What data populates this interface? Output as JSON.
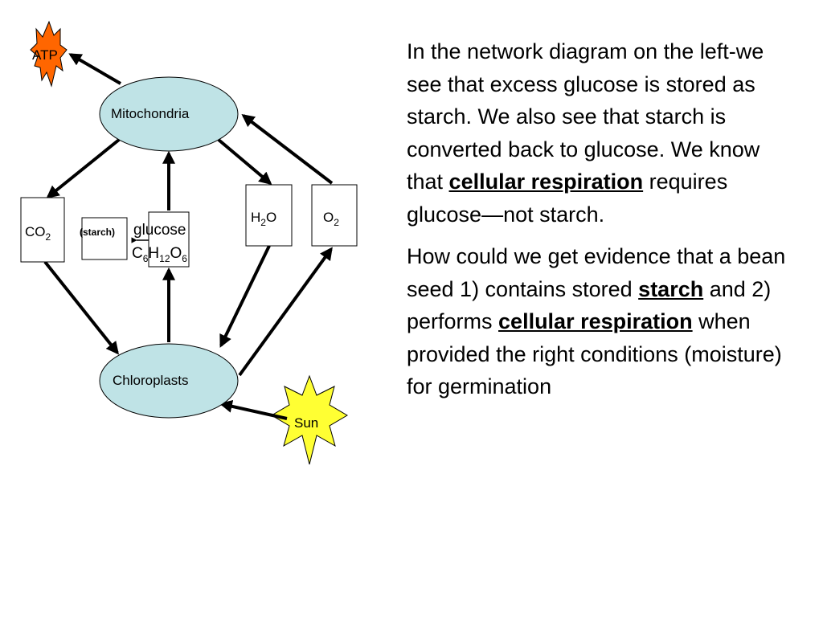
{
  "colors": {
    "node_fill": "#bfe3e6",
    "atp_fill": "#ff6600",
    "sun_fill": "#ffff33",
    "stroke": "#000000"
  },
  "diagram": {
    "atp": "ATP",
    "mitochondria": "Mitochondria",
    "chloroplasts": "Chloroplasts",
    "sun": "Sun",
    "starch": "(starch)",
    "glucose": "glucose",
    "co2": {
      "base": "CO",
      "sub": "2"
    },
    "h2o": {
      "h": "H",
      "sub": "2",
      "o": "O"
    },
    "o2": {
      "base": "O",
      "sub": "2"
    },
    "formula": {
      "c": "C",
      "c_sub": "6",
      "h": "H",
      "h_sub": "12",
      "o": "O",
      "o_sub": "6"
    }
  },
  "text": {
    "p1_a": "In the network diagram on the left-we see that excess glucose is stored as starch. We also see that starch is converted back to glucose. We know that ",
    "p1_em": "cellular respiration",
    "p1_b": " requires glucose—not starch.",
    "p2_a": "How could we get evidence that a bean seed 1) contains stored ",
    "p2_em1": "starch",
    "p2_b": " and 2) performs ",
    "p2_em2": "cellular respiration",
    "p2_c": " when provided the right conditions (moisture) for germination"
  }
}
